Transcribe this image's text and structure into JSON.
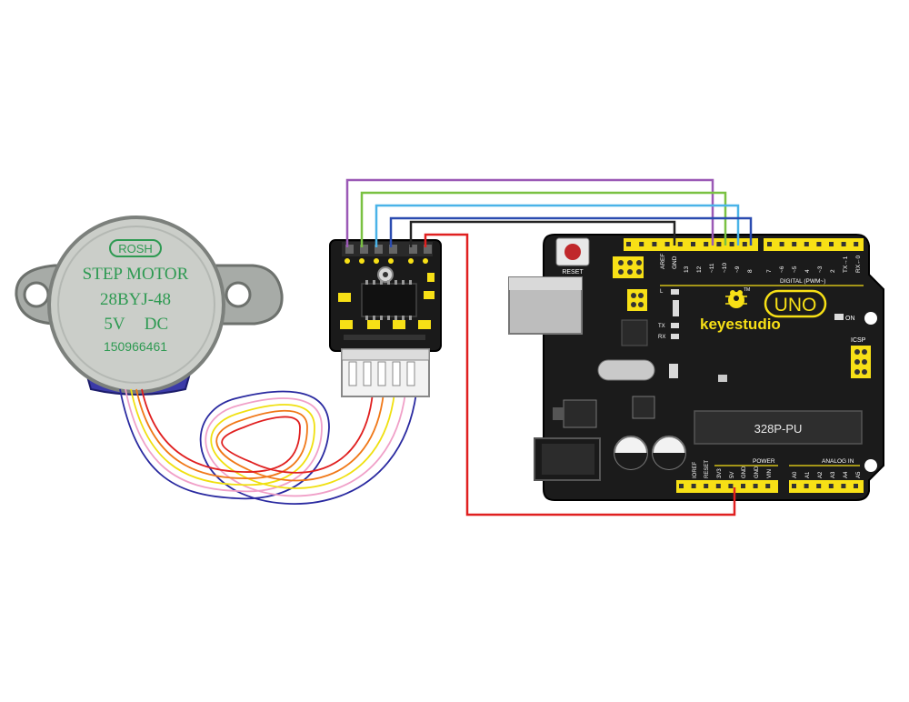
{
  "motor": {
    "brand": "ROSH",
    "title": "STEP MOTOR",
    "model": "28BYJ-48",
    "voltage": "5V",
    "current_type": "DC",
    "serial": "150966461",
    "body_color": "#c9ccc9",
    "text_color": "#2e9a52",
    "cap_color": "#3b3aa8"
  },
  "driver": {
    "board_color": "#1a1a1a"
  },
  "arduino": {
    "board_color": "#1b1b1b",
    "header_color": "#f7e016",
    "reset_label": "RESET",
    "brand": "keyestudio",
    "model_badge": "UNO",
    "tm": "TM",
    "on_label": "ON",
    "icsp_label": "ICSP",
    "chip_label": "328P-PU",
    "digital_label": "DIGITAL (PWM~)",
    "power_label": "POWER",
    "analog_label": "ANALOG IN",
    "aref": "AREF",
    "gnd": "GND",
    "l_label": "L",
    "tx_label": "TX",
    "rx_label": "RX",
    "top_pins": [
      "13",
      "12",
      "~11",
      "~10",
      "~9",
      "8",
      "7",
      "~6",
      "~5",
      "4",
      "~3",
      "2",
      "TX→1",
      "RX←0"
    ],
    "power_pins": [
      "IOREF",
      "RESET",
      "3V3",
      "5V",
      "GND",
      "GND",
      "VIN"
    ],
    "analog_pins": [
      "A0",
      "A1",
      "A2",
      "A3",
      "A4",
      "A5"
    ]
  },
  "wires": {
    "colors": [
      "#9b59b6",
      "#7ac142",
      "#4ab3e8",
      "#2a4bb0",
      "#222222",
      "#e02020"
    ],
    "motor_cable": [
      "#2a2aa0",
      "#f0a0c8",
      "#f0e010",
      "#f07818",
      "#e02020"
    ]
  }
}
